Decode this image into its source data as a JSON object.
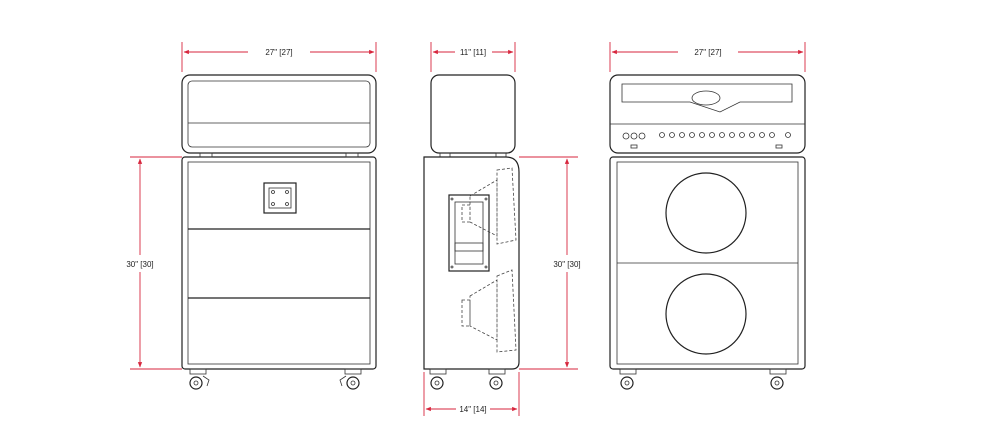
{
  "dimensions": {
    "front_width": "27\" [27]",
    "side_top_width": "11\" [11]",
    "back_width": "27\" [27]",
    "front_height": "30\" [30]",
    "side_height": "30\" [30]",
    "side_bottom_width": "14\" [14]"
  },
  "colors": {
    "dimension_lines": "#d7263d",
    "outline": "#222222"
  }
}
